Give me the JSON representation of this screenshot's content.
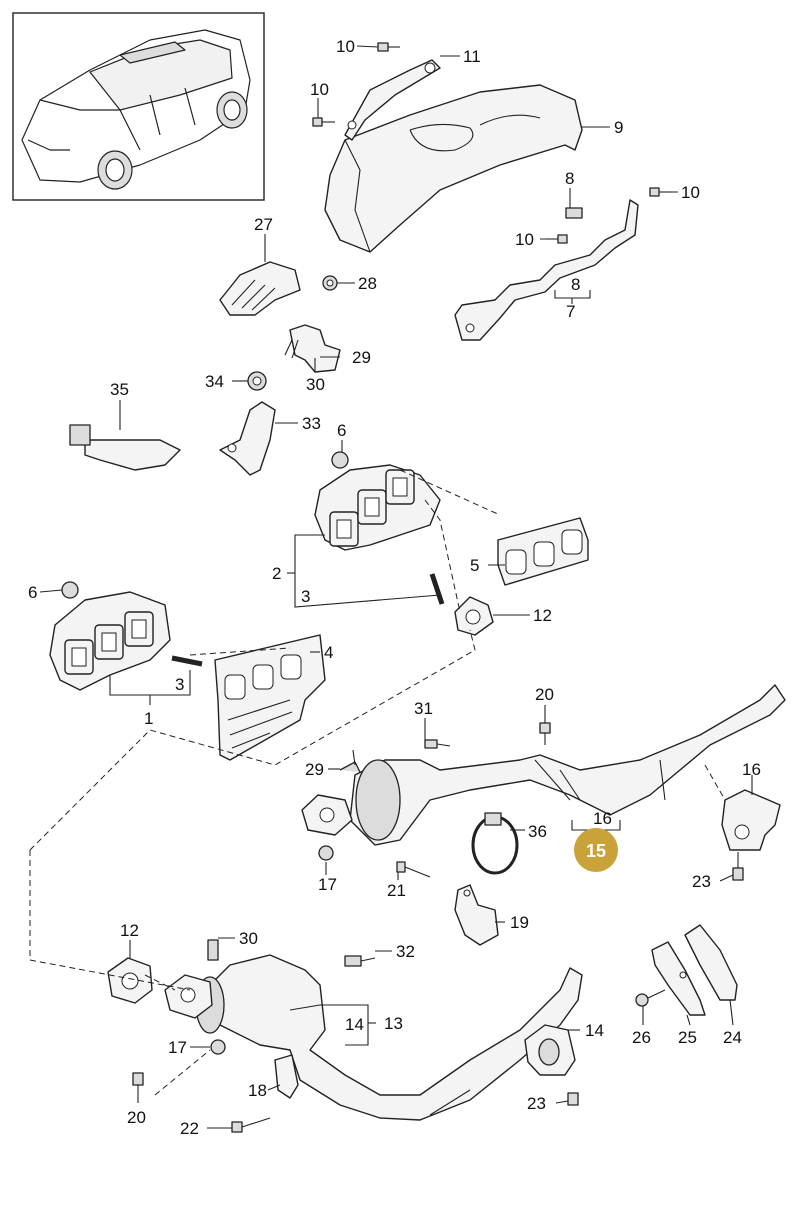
{
  "labels": {
    "l10a": "10",
    "l11": "11",
    "l10b": "10",
    "l9": "9",
    "l8a": "8",
    "l10c": "10",
    "l10d": "10",
    "l8b": "8",
    "l7": "7",
    "l27": "27",
    "l28": "28",
    "l29a": "29",
    "l30a": "30",
    "l35": "35",
    "l34": "34",
    "l33": "33",
    "l6a": "6",
    "l2": "2",
    "l5": "5",
    "l3a": "3",
    "l12a": "12",
    "l6b": "6",
    "l4": "4",
    "l3b": "3",
    "l1": "1",
    "l20a": "20",
    "l31": "31",
    "l29b": "29",
    "l16a": "16",
    "l16b": "16",
    "l36": "36",
    "l17a": "17",
    "l21": "21",
    "l23a": "23",
    "l19": "19",
    "l12b": "12",
    "l30b": "30",
    "l32": "32",
    "l14a": "14",
    "l13": "13",
    "l14b": "14",
    "l17b": "17",
    "l18": "18",
    "l20b": "20",
    "l22": "22",
    "l23b": "23",
    "l26": "26",
    "l25": "25",
    "l24": "24"
  },
  "highlight": {
    "number": "15",
    "color": "#c9a23a"
  },
  "icons": {
    "vehicle": "vehicle-thumbnail-icon"
  }
}
